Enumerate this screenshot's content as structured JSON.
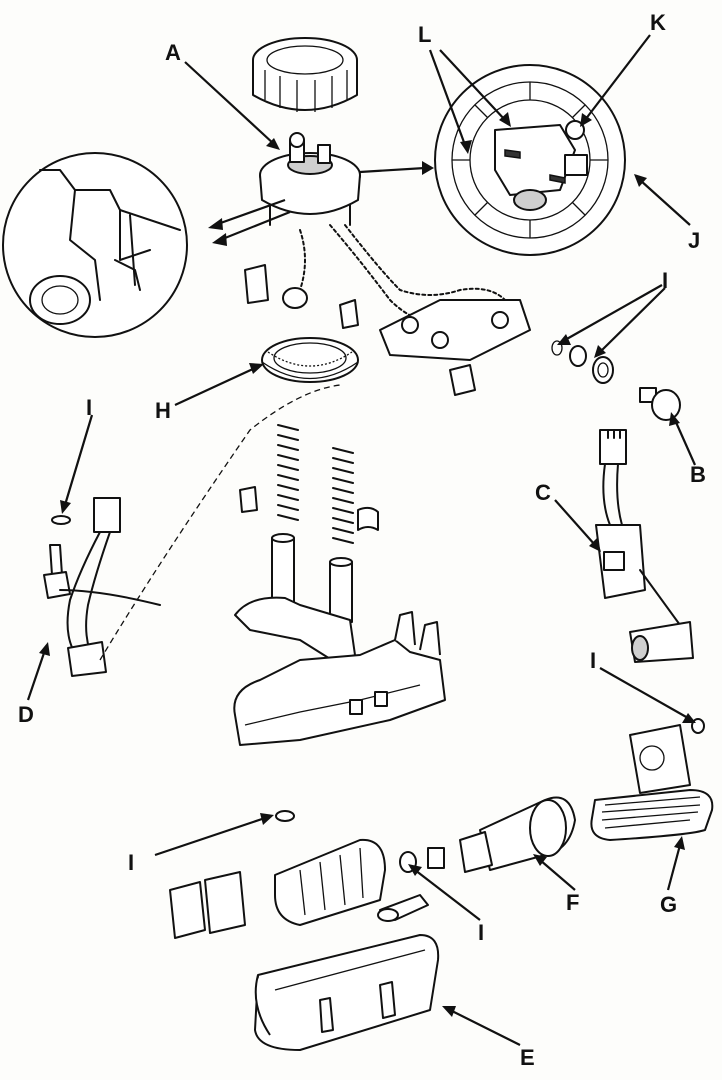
{
  "callouts": {
    "A": "A",
    "B": "B",
    "C": "C",
    "D": "D",
    "E": "E",
    "F": "F",
    "G": "G",
    "H": "H",
    "I": "I",
    "J": "J",
    "K": "K",
    "L": "L"
  },
  "colors": {
    "ink": "#111111",
    "paper": "#fdfdfb",
    "shade": "#cfcfcf"
  }
}
